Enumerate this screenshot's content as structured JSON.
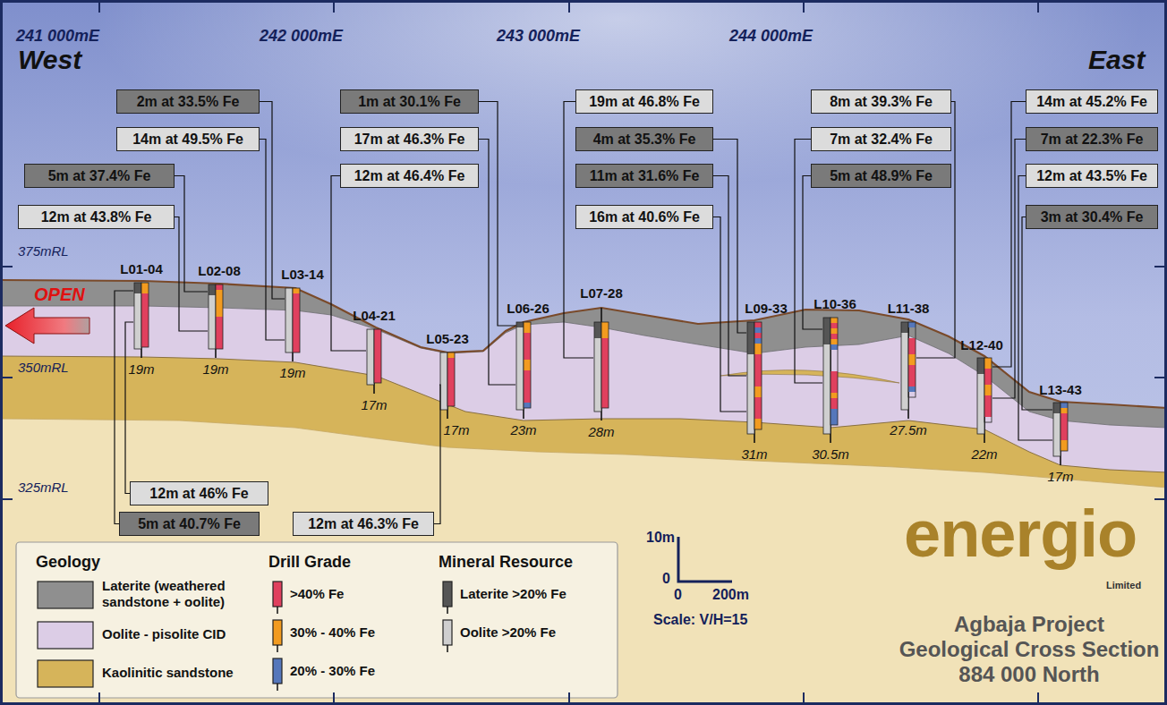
{
  "diagram": {
    "title": "Agbaja Project",
    "nodes": [
      {
        "text": [
          "2m at 33.5% Fe"
        ]
      },
      {
        "text": [
          "14m at 49.5% Fe"
        ]
      },
      {
        "text": [
          "5m at 37.4% Fe"
        ]
      },
      {
        "text": [
          "12m at 43.8% Fe"
        ]
      },
      {
        "text": [
          "1m at 30.1% Fe"
        ]
      },
      {
        "text": [
          "17m at 46.3% Fe"
        ]
      },
      {
        "text": [
          "12m at 46.4% Fe"
        ]
      },
      {
        "text": [
          "19m at 46.8% Fe"
        ]
      },
      {
        "text": [
          "4m at 35.3% Fe"
        ]
      },
      {
        "text": [
          "11m at 31.6% Fe"
        ]
      },
      {
        "text": [
          "16m at 40.6% Fe"
        ]
      },
      {
        "text": [
          "8m at 39.3% Fe"
        ]
      },
      {
        "text": [
          "7m at 32.4% Fe"
        ]
      },
      {
        "text": [
          "5m at 48.9% Fe"
        ]
      },
      {
        "text": [
          "14m at 45.2% Fe"
        ]
      },
      {
        "text": [
          "7m at 22.3% Fe"
        ]
      },
      {
        "text": [
          "12m at 43.5% Fe"
        ]
      },
      {
        "text": [
          "3m at 30.4% Fe"
        ]
      },
      {
        "text": [
          "12m at 46% Fe"
        ]
      },
      {
        "text": [
          "5m at 40.7% Fe"
        ]
      },
      {
        "text": [
          "12m at 46.3% Fe"
        ]
      }
    ],
    "labels": [
      "241 000mE",
      "242 000mE",
      "243 000mE",
      "244 000mE",
      "West",
      "East",
      "375mRL",
      "350mRL",
      "325mRL",
      "OPEN",
      "L01-04",
      "L02-08",
      "L03-14",
      "L04-21",
      "L05-23",
      "L06-26",
      "L07-28",
      "L09-33",
      "L10-36",
      "L11-38",
      "L12-40",
      "L13-43",
      "19m",
      "19m",
      "19m",
      "17m",
      "17m",
      "23m",
      "28m",
      "31m",
      "30.5m",
      "27.5m",
      "22m",
      "17m",
      "Geology",
      "Drill Grade",
      "Mineral Resource",
      "10m",
      "0",
      "0",
      "200m",
      "Scale: V/H=15",
      "energio",
      "Limited",
      "Geological Cross Section",
      "884 000 North"
    ],
    "legend": [
      {
        "text": "Laterite (weathered sandstone + oolite)",
        "color": "#8f8f8f"
      },
      {
        "text": "Oolite - pisolite CID",
        "color": "#dccde6"
      },
      {
        "text": "Kaolinitic sandstone",
        "color": "#d6b45a"
      },
      {
        "text": ">40% Fe",
        "color": "#e0405e"
      },
      {
        "text": "30% - 40% Fe",
        "color": "#f29b20"
      },
      {
        "text": "20% - 30% Fe",
        "color": "#5577bb"
      },
      {
        "text": "Laterite >20% Fe",
        "color": "#555555"
      },
      {
        "text": "Oolite >20% Fe",
        "color": "#cfcfcf"
      }
    ]
  }
}
